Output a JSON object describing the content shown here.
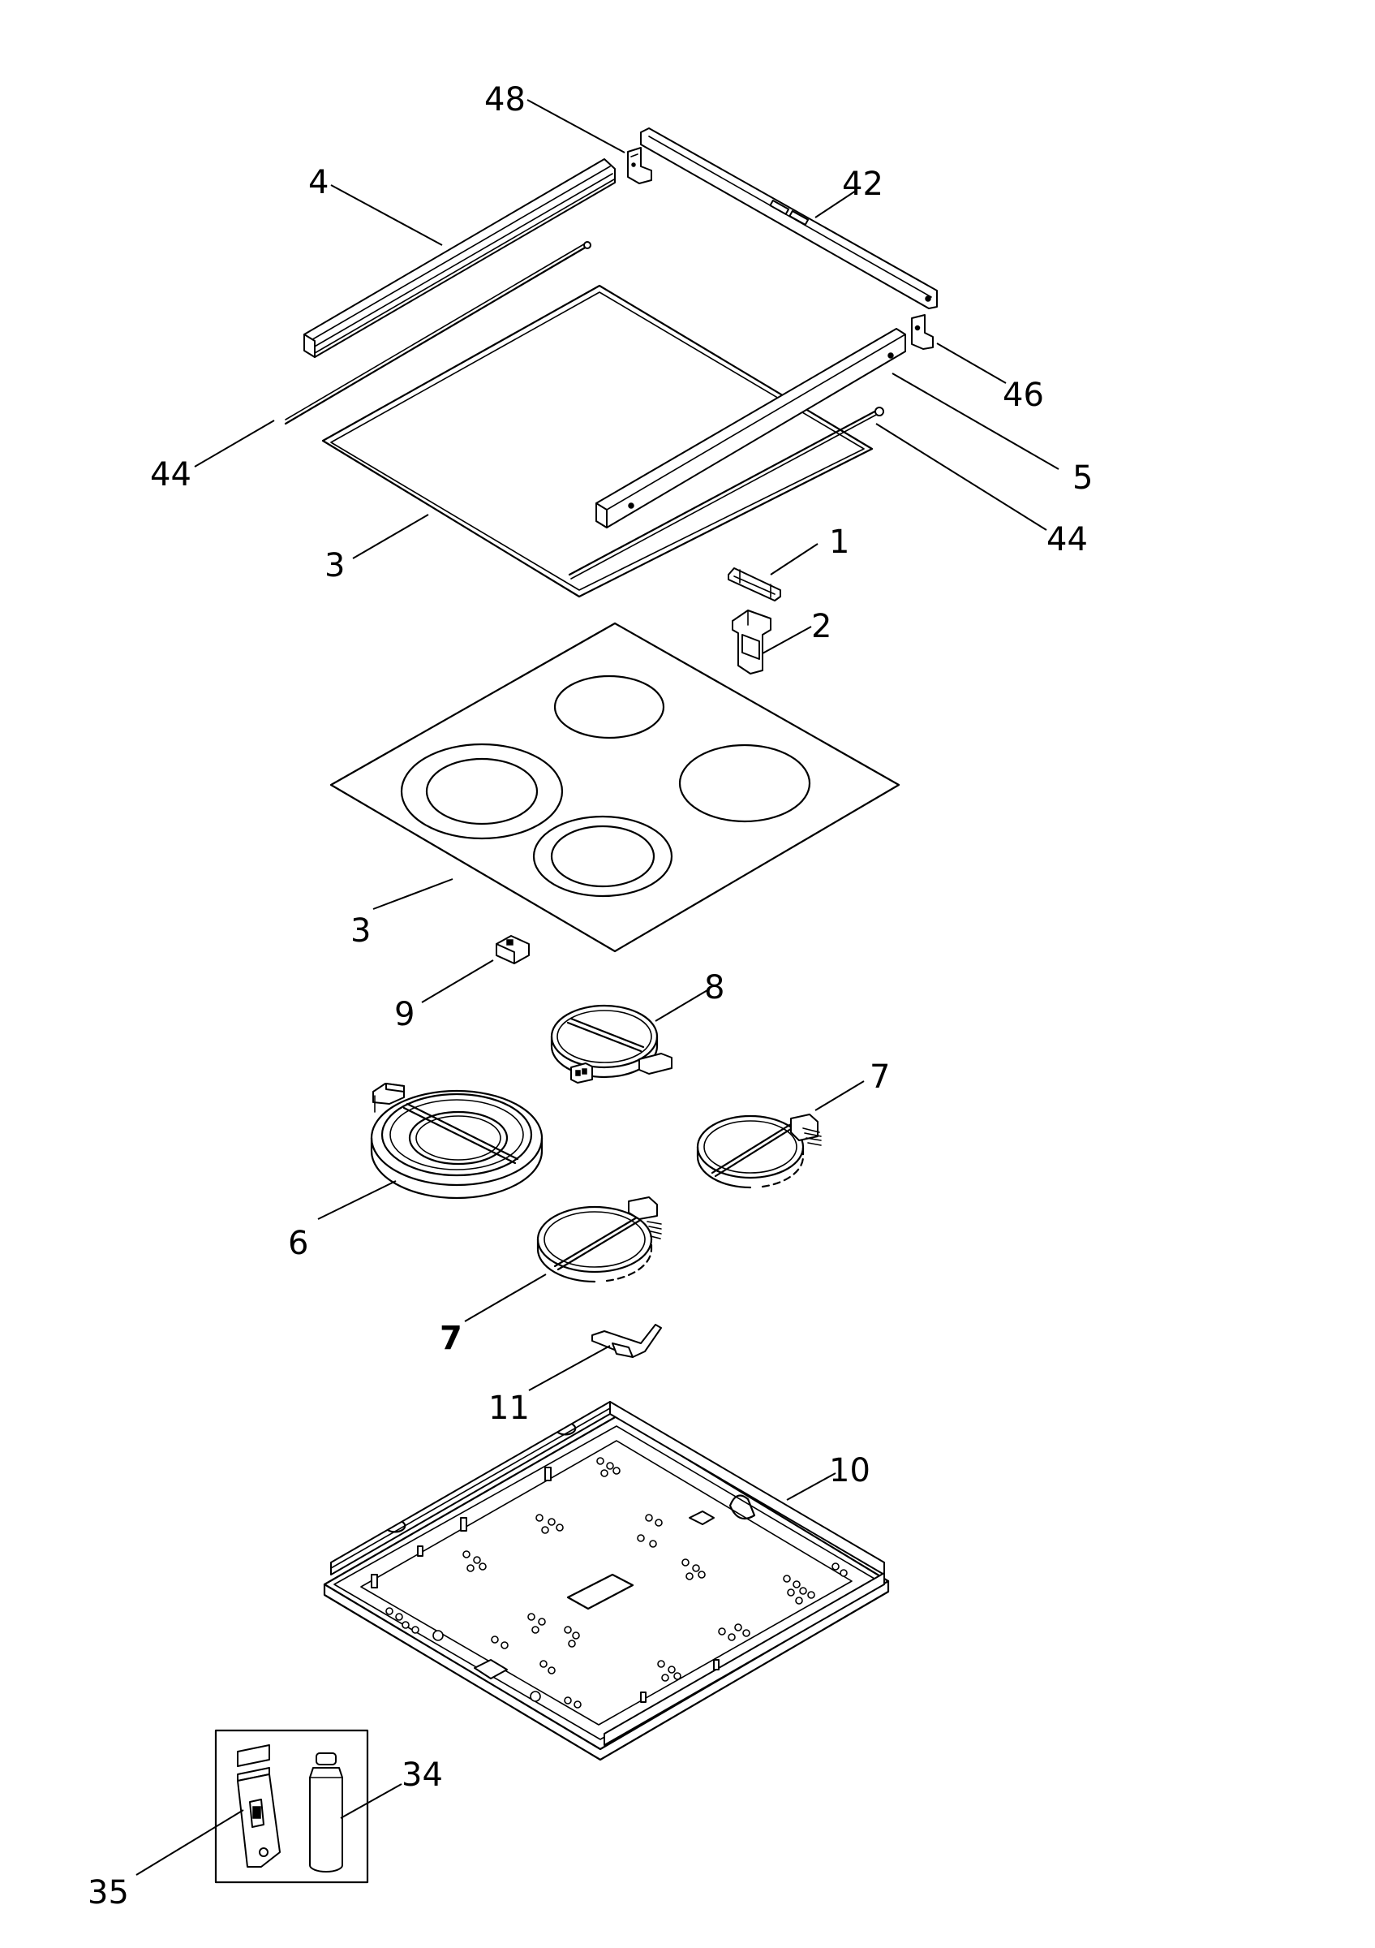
{
  "labels": {
    "p48": "48",
    "p42": "42",
    "p4": "4",
    "p46": "46",
    "p5": "5",
    "p44_left": "44",
    "p44_right": "44",
    "p3_upper": "3",
    "p1": "1",
    "p2": "2",
    "p3_lower": "3",
    "p9": "9",
    "p8": "8",
    "p7_right": "7",
    "p6": "6",
    "p7_lower": "7",
    "p11": "11",
    "p10": "10",
    "p34": "34",
    "p35": "35"
  }
}
